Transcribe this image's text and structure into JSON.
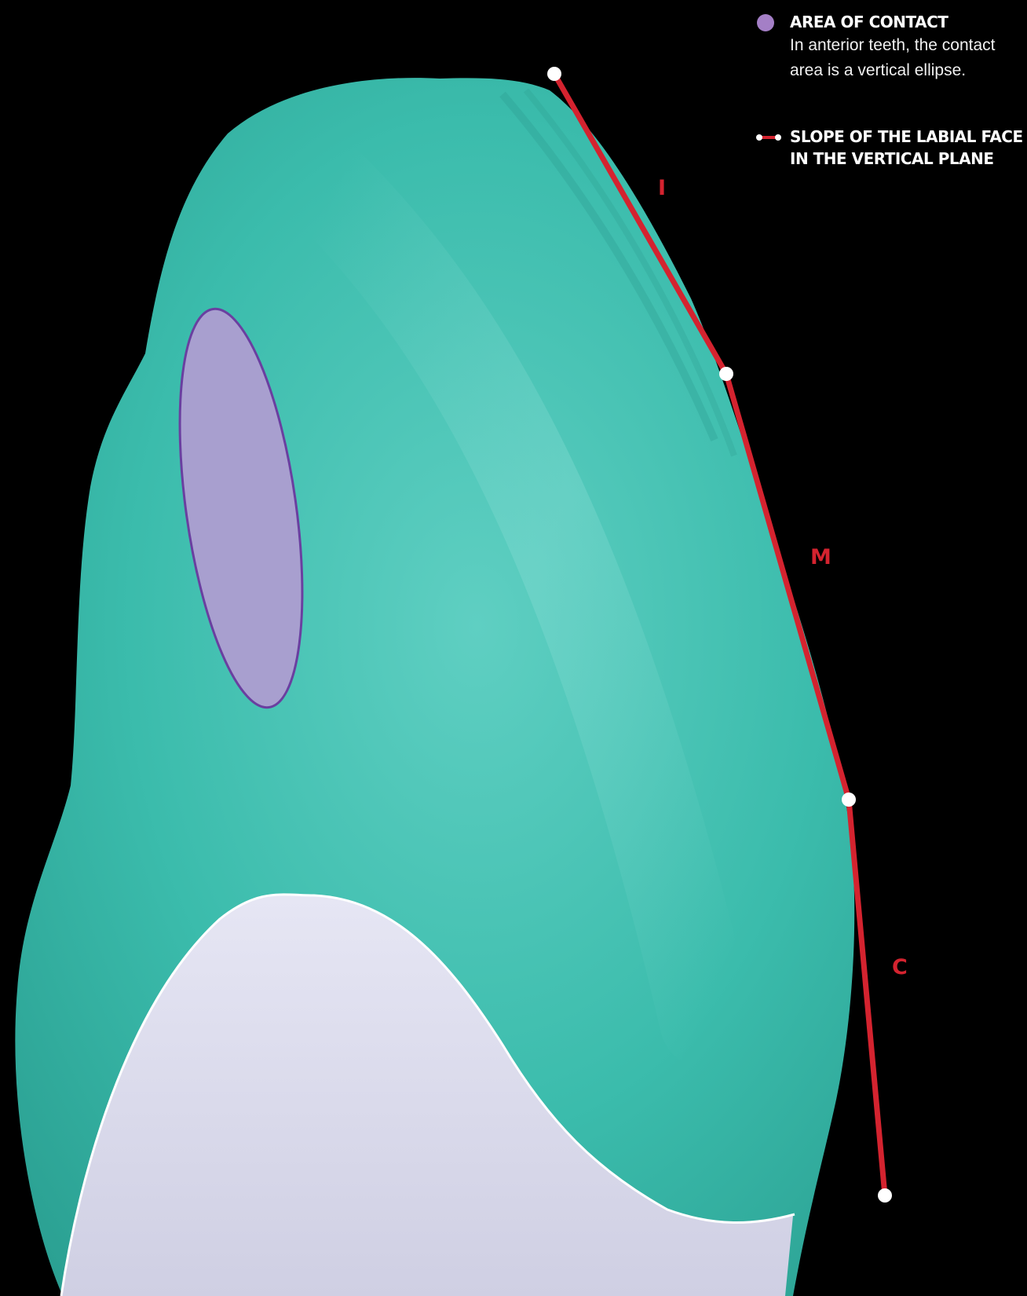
{
  "legend": {
    "contact": {
      "title": "AREA OF CONTACT",
      "description": "In anterior teeth, the contact area is a vertical ellipse.",
      "color": "#a47fc6"
    },
    "slope": {
      "title": "SLOPE OF THE LABIAL FACE IN THE VERTICAL PLANE",
      "color": "#d4232f"
    }
  },
  "segments": {
    "incisal": "I",
    "middle": "M",
    "cervical": "C"
  },
  "colors": {
    "background": "#000000",
    "crown": "#3fbfae",
    "root": "#dcdcee",
    "contact_fill": "#a89fcf",
    "contact_stroke": "#6a3fa0",
    "slope_line": "#d4232f"
  }
}
